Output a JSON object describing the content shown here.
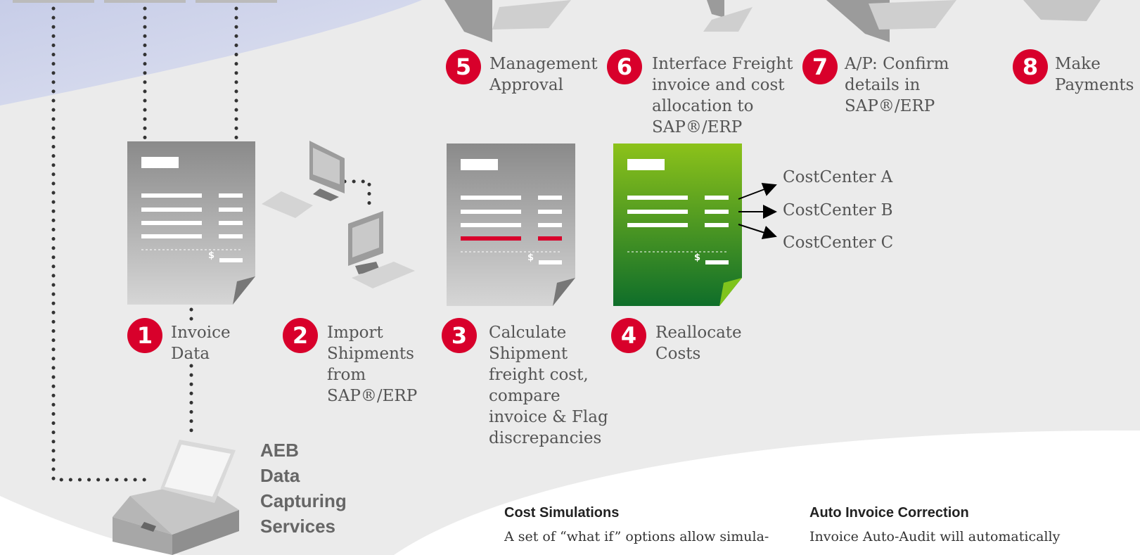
{
  "steps": [
    {
      "num": "1",
      "label": "Invoice\nData"
    },
    {
      "num": "2",
      "label": "Import\nShipments\nfrom\nSAP®/ERP"
    },
    {
      "num": "3",
      "label": "Calculate\nShipment\nfreight cost,\ncompare\ninvoice & Flag\ndiscrepancies"
    },
    {
      "num": "4",
      "label": "Reallocate\nCosts"
    },
    {
      "num": "5",
      "label": "Management\nApproval"
    },
    {
      "num": "6",
      "label": "Interface Freight\ninvoice and cost\nallocation to\nSAP®/ERP"
    },
    {
      "num": "7",
      "label": "A/P: Confirm\ndetails in\nSAP®/ERP"
    },
    {
      "num": "8",
      "label": "Make\nPayments"
    }
  ],
  "cost_centers": [
    "CostCenter A",
    "CostCenter B",
    "CostCenter C"
  ],
  "service": {
    "lines": [
      "AEB",
      "Data",
      "Capturing",
      "Services"
    ]
  },
  "invoice_symbol": "$",
  "features": [
    {
      "title": "Cost Simulations",
      "text": "A set of “what if” options allow simula-"
    },
    {
      "title": "Auto Invoice Correction",
      "text": "Invoice Auto-Audit will automatically"
    }
  ],
  "colors": {
    "accent": "#d8002b",
    "green": "#2e9a2e",
    "document_gray": "#9a9a9a"
  }
}
